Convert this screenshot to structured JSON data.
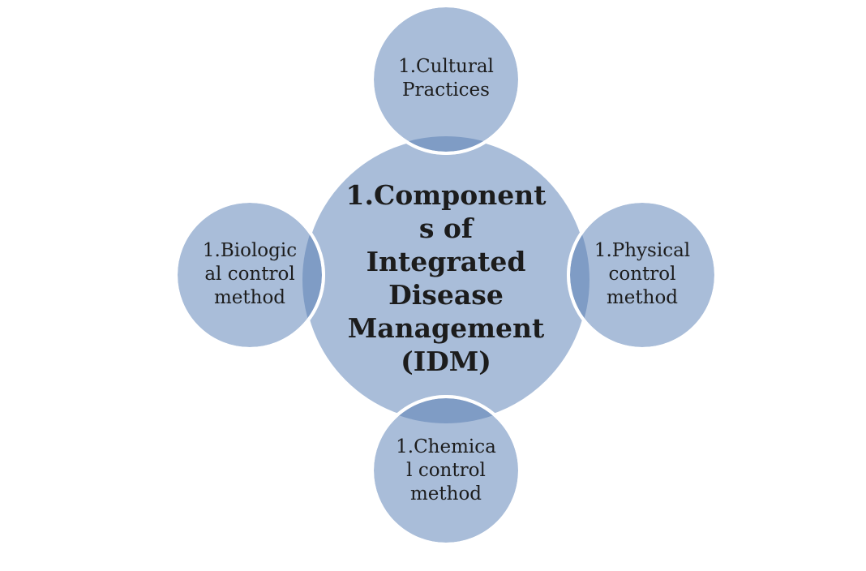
{
  "diagram": {
    "center": {
      "lines": [
        "1.Component",
        "s of",
        "Integrated",
        "Disease",
        "Management",
        "(IDM)"
      ]
    },
    "satellites": {
      "top": {
        "lines": [
          "1.Cultural",
          "Practices"
        ]
      },
      "left": {
        "lines": [
          "1.Biologic",
          "al control",
          "method"
        ]
      },
      "right": {
        "lines": [
          "1.Physical",
          "control",
          "method"
        ]
      },
      "bottom": {
        "lines": [
          "1.Chemica",
          "l control",
          "method"
        ]
      }
    }
  },
  "colors": {
    "circle_fill": "#a9bdd9",
    "overlap_fill": "#7f9cc5",
    "circle_border": "#ffffff",
    "text": "#1c1c1c"
  }
}
